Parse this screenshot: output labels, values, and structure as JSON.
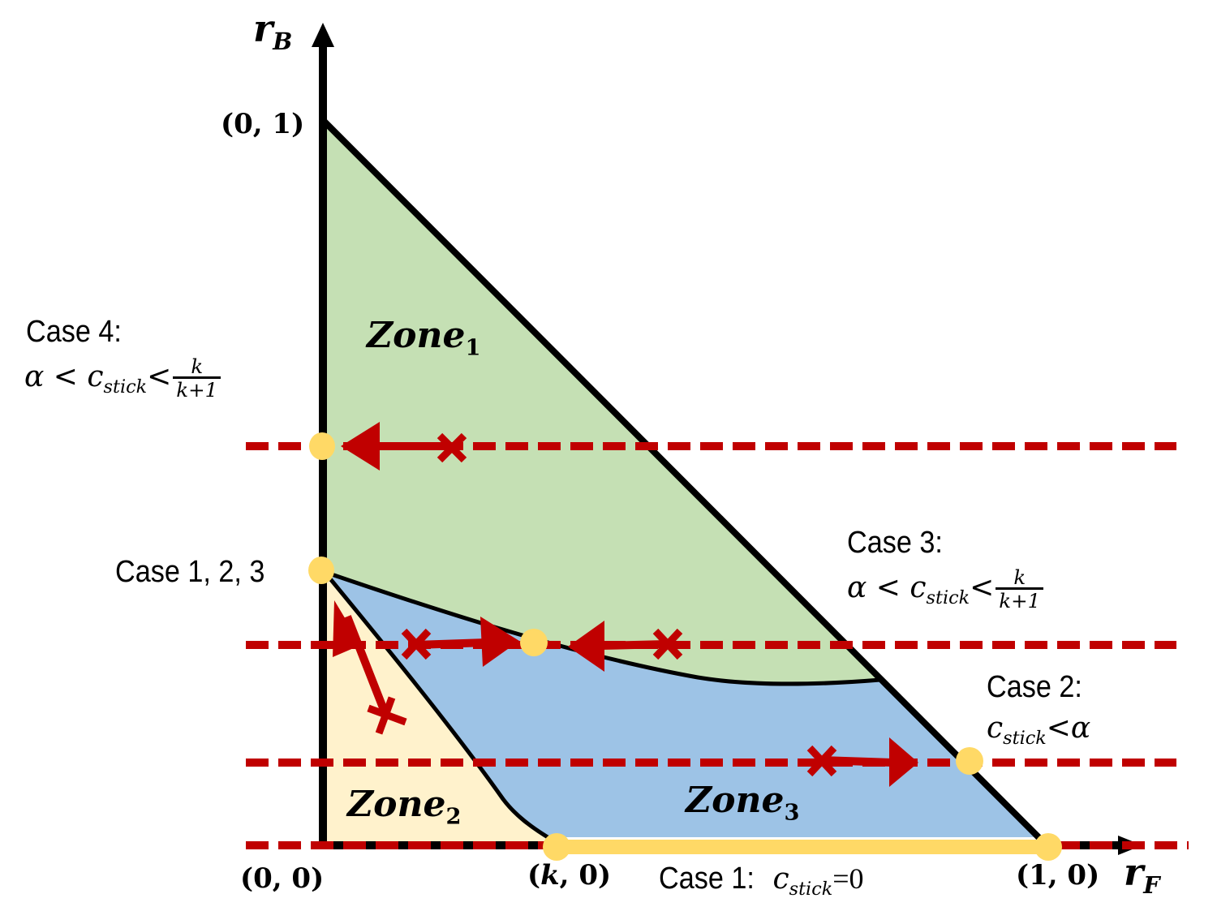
{
  "diagram": {
    "axes": {
      "y_label": "r",
      "y_label_sub": "B",
      "x_label": "r",
      "x_label_sub": "F"
    },
    "points": {
      "origin": "(0, 0)",
      "top": "(0, 1)",
      "k_point_open": "(",
      "k_point_k": "k",
      "k_point_close": ", 0)",
      "one_point": "(1, 0)"
    },
    "zones": [
      {
        "name": "Zone",
        "sub": "1",
        "color": "#c5e0b4"
      },
      {
        "name": "Zone",
        "sub": "2",
        "color": "#fff2cc"
      },
      {
        "name": "Zone",
        "sub": "3",
        "color": "#9dc3e6"
      }
    ],
    "cases": {
      "case4": {
        "title": "Case 4:",
        "lhs": "α < c",
        "sub": "stick",
        "lt": "<",
        "num": "k",
        "den": "k+1"
      },
      "case3": {
        "title": "Case 3:",
        "lhs": "α < c",
        "sub": "stick",
        "lt": "<",
        "num": "k",
        "den": "k+1"
      },
      "case2": {
        "title": "Case 2:",
        "lhs": "c",
        "sub": "stick",
        "rhs": "<α"
      },
      "case1": {
        "title": "Case 1:",
        "lhs": "c",
        "sub": "stick",
        "rhs": "=0"
      },
      "case123": {
        "title": "Case 1, 2, 3"
      }
    },
    "colors": {
      "dashed_line": "#c00000",
      "arrow": "#c00000",
      "equilibrium_dot": "#ffd966",
      "axis": "#000000"
    }
  }
}
